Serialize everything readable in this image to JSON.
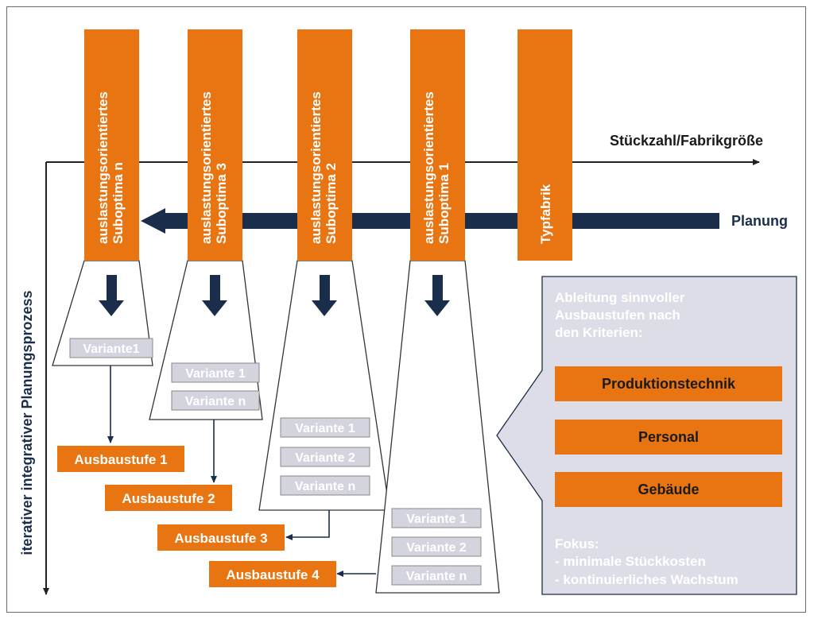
{
  "colors": {
    "orange": "#e87511",
    "navy": "#1a2d4a",
    "panel": "#dcdde6",
    "variant_fill": "#d4d4df",
    "variant_text": "#ffffff",
    "line": "#222222"
  },
  "axes": {
    "horizontal_label": "Stückzahl/Fabrikgröße",
    "vertical_label": "iterativer integrativer Planungsprozess",
    "planning_label": "Planung"
  },
  "columns": [
    {
      "line1": "auslastungsorientiertes",
      "line2": "Suboptima n"
    },
    {
      "line1": "auslastungsorientiertes",
      "line2": "Suboptima 3"
    },
    {
      "line1": "auslastungsorientiertes",
      "line2": "Suboptima 2"
    },
    {
      "line1": "auslastungsorientiertes",
      "line2": "Suboptima 1"
    },
    {
      "line1": "Typfabrik",
      "line2": ""
    }
  ],
  "variants": {
    "funnel1": [
      "Variante1"
    ],
    "funnel2": [
      "Variante 1",
      "Variante n"
    ],
    "funnel3": [
      "Variante 1",
      "Variante 2",
      "Variante n"
    ],
    "funnel4": [
      "Variante 1",
      "Variante 2",
      "Variante n"
    ]
  },
  "stages": [
    "Ausbaustufe 1",
    "Ausbaustufe 2",
    "Ausbaustufe 3",
    "Ausbaustufe 4"
  ],
  "panel": {
    "heading_lines": [
      "Ableitung sinnvoller",
      "Ausbaustufen nach",
      "den Kriterien:"
    ],
    "criteria": [
      "Produktionstechnik",
      "Personal",
      "Gebäude"
    ],
    "focus_title": "Fokus:",
    "focus_items": [
      "- minimale Stückkosten",
      "- kontinuierliches Wachstum"
    ]
  }
}
